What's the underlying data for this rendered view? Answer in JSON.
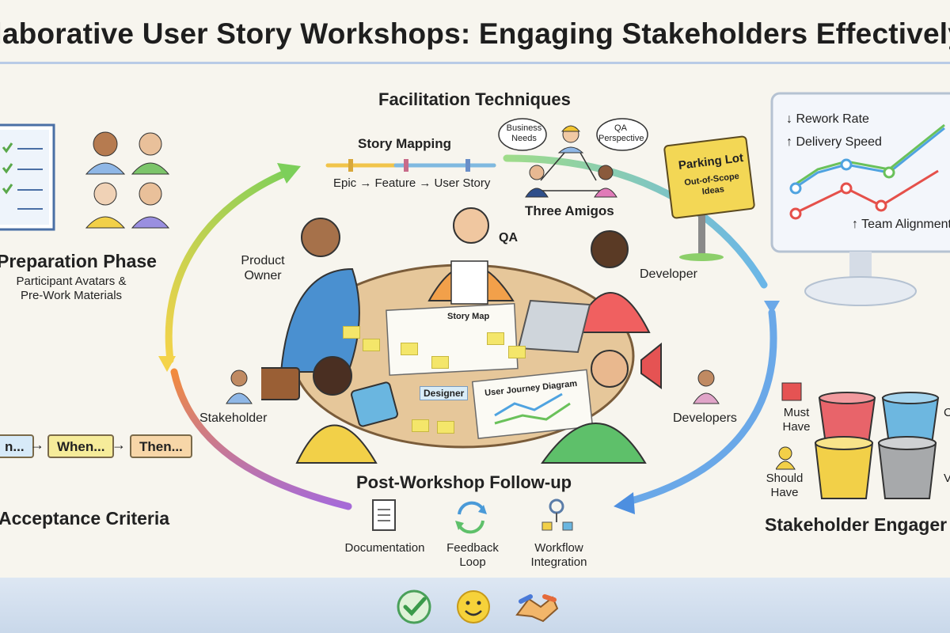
{
  "title": "llaborative User Story Workshops: Engaging Stakeholders Effectively",
  "facilitation": {
    "heading": "Facilitation Techniques",
    "story_mapping": "Story Mapping",
    "epic_flow": "Epic → Feature → User Story",
    "three_amigos": "Three Amigos",
    "bubble_business": "Business Needs",
    "bubble_qa": "QA Perspective"
  },
  "parking_lot": {
    "title": "Parking Lot",
    "subtitle": "Out-of-Scope Ideas"
  },
  "metrics": {
    "rework": "↓ Rework Rate",
    "delivery": "↑ Delivery Speed",
    "alignment": "↑ Team Alignment"
  },
  "preparation": {
    "heading": "Preparation Phase",
    "line1": "Participant Avatars &",
    "line2": "Pre-Work Materials"
  },
  "roles": {
    "product_owner_1": "Product",
    "product_owner_2": "Owner",
    "qa": "QA",
    "developer": "Developer",
    "stakeholder": "Stakeholder",
    "developers": "Developers",
    "designer": "Designer",
    "story_map": "Story Map",
    "user_journey": "User Journey Diagram"
  },
  "acceptance": {
    "heading": "Acceptance Criteria",
    "given": "n...",
    "when": "When...",
    "then": "Then..."
  },
  "followup": {
    "heading": "Post-Workshop Follow-up",
    "documentation": "Documentation",
    "feedback_1": "Feedback",
    "feedback_2": "Loop",
    "workflow_1": "Workflow",
    "workflow_2": "Integration"
  },
  "engagement": {
    "heading": "Stakeholder Engager",
    "must_1": "Must",
    "must_2": "Have",
    "should_1": "Should",
    "should_2": "Have",
    "could_c": "C",
    "could_w": "V"
  },
  "colors": {
    "yellow_note": "#f4e66a",
    "red_bucket": "#e8646a",
    "blue_bucket": "#6db7e0",
    "yellow_bucket": "#f2d048",
    "gray_bucket": "#a7a9ab"
  },
  "bottom_icons": [
    "checkmark-icon",
    "smiley-icon",
    "handshake-icon"
  ]
}
